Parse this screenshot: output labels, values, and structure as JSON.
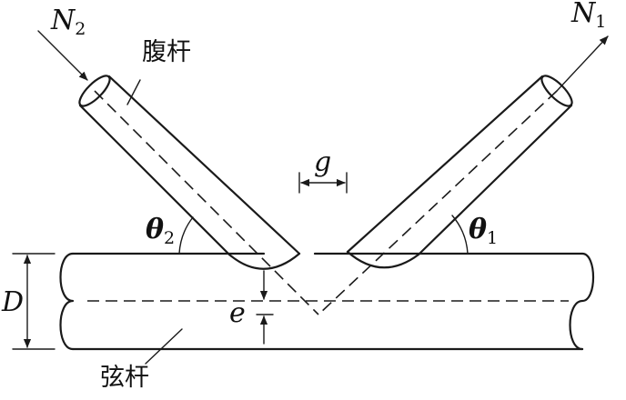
{
  "labels": {
    "force_left": {
      "main": "N",
      "sub": "2"
    },
    "force_right": {
      "main": "N",
      "sub": "1"
    },
    "brace_member": "腹杆",
    "chord_member": "弦杆",
    "gap": "g",
    "angle_left": {
      "main": "θ",
      "sub": "2"
    },
    "angle_right": {
      "main": "θ",
      "sub": "1"
    },
    "diameter": "D",
    "eccentricity": "e"
  }
}
